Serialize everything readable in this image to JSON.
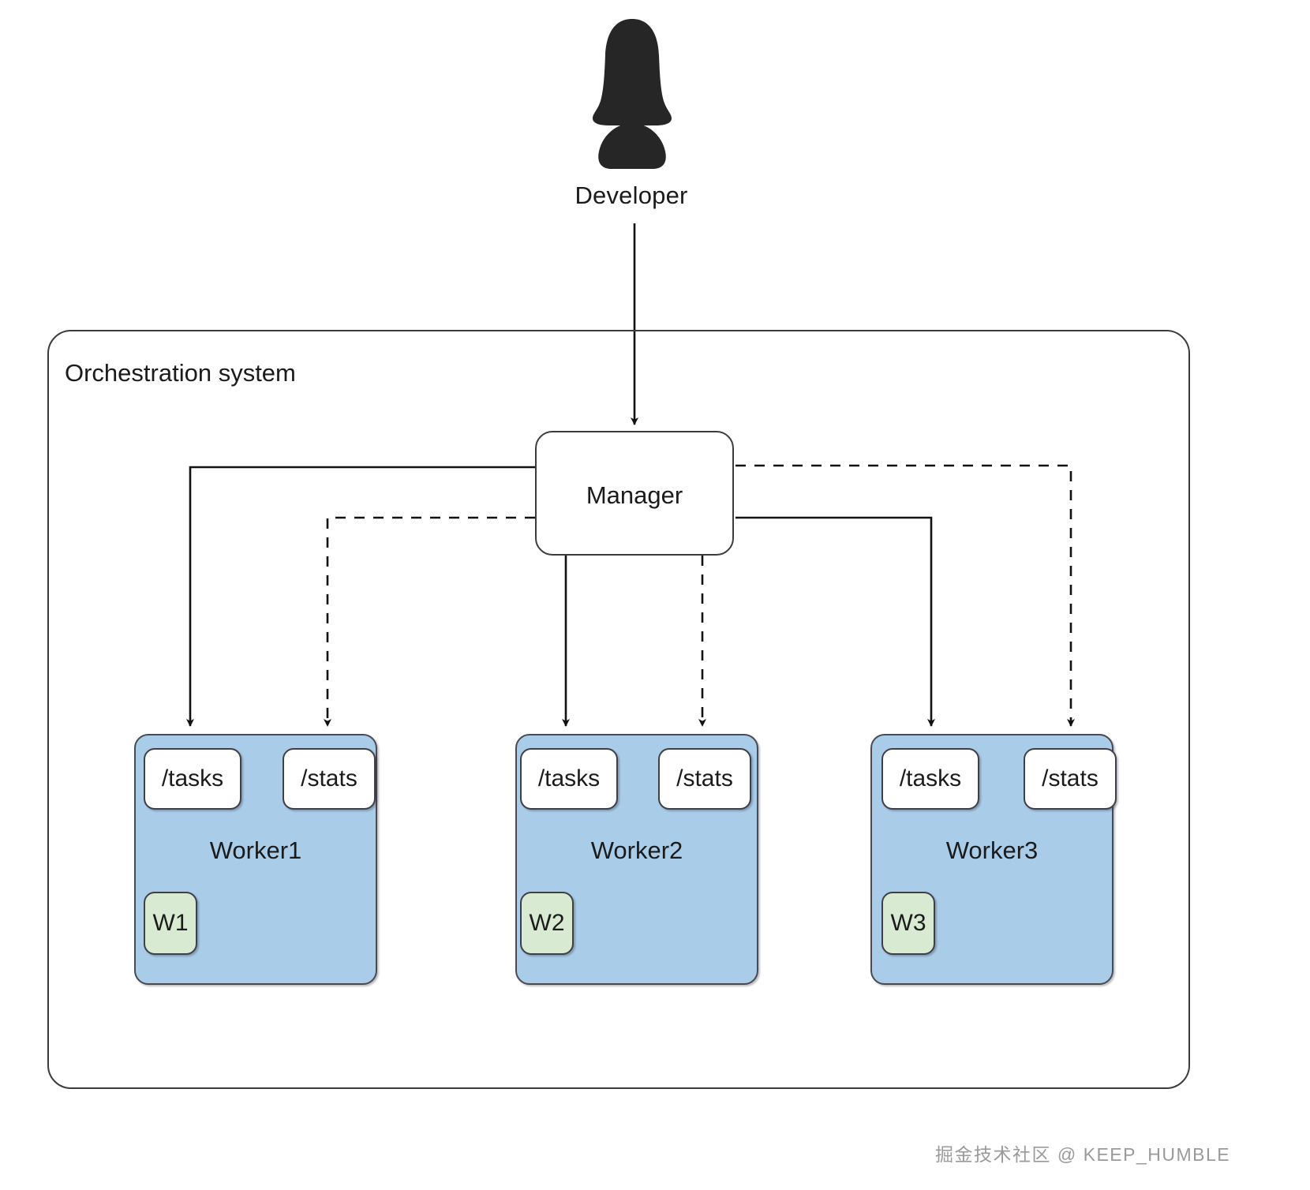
{
  "diagram": {
    "actor": {
      "icon": "person-icon",
      "label": "Developer"
    },
    "system": {
      "title": "Orchestration system"
    },
    "manager": {
      "label": "Manager"
    },
    "workers": [
      {
        "name": "Worker1",
        "tasks_endpoint": "/tasks",
        "stats_endpoint": "/stats",
        "tag": "W1"
      },
      {
        "name": "Worker2",
        "tasks_endpoint": "/tasks",
        "stats_endpoint": "/stats",
        "tag": "W2"
      },
      {
        "name": "Worker3",
        "tasks_endpoint": "/tasks",
        "stats_endpoint": "/stats",
        "tag": "W3"
      }
    ],
    "colors": {
      "worker_fill": "#a9cce8",
      "tag_fill": "#d9ead3",
      "endpoint_fill": "#ffffff",
      "stroke": "#3c3c3c",
      "actor_fill": "#262626",
      "watermark": "#9a9a9a"
    },
    "edges": [
      {
        "from": "Developer",
        "to": "Manager",
        "style": "solid"
      },
      {
        "from": "Manager",
        "to": "Worker1 /tasks",
        "style": "solid"
      },
      {
        "from": "Manager",
        "to": "Worker2 /tasks",
        "style": "solid"
      },
      {
        "from": "Manager",
        "to": "Worker3 /tasks",
        "style": "solid"
      },
      {
        "from": "Manager",
        "to": "Worker1 /stats",
        "style": "dashed"
      },
      {
        "from": "Manager",
        "to": "Worker2 /stats",
        "style": "dashed"
      },
      {
        "from": "Manager",
        "to": "Worker3 /stats",
        "style": "dashed"
      }
    ]
  },
  "watermark": {
    "text": "掘金技术社区 @ KEEP_HUMBLE"
  }
}
